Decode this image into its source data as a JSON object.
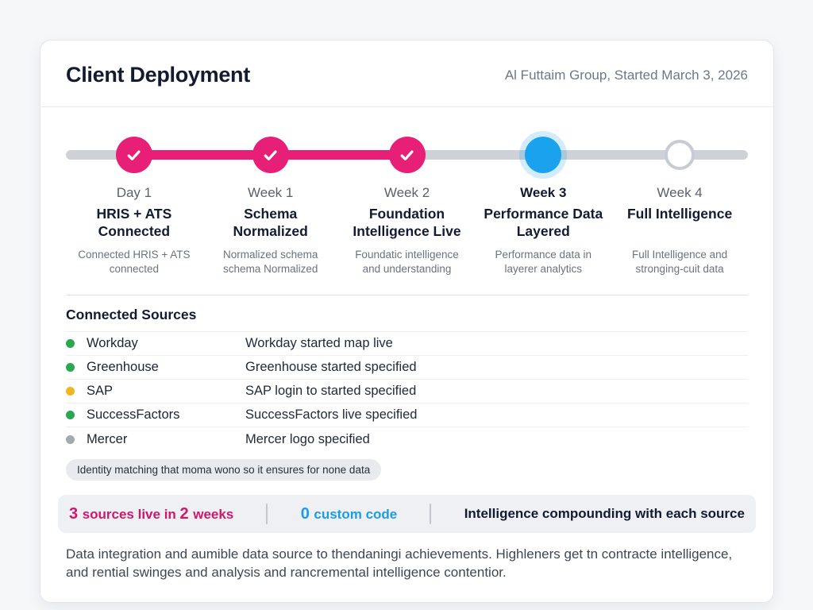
{
  "header": {
    "title": "Client Deployment",
    "subtitle": "Al Futtaim Group, Started March 3, 2026"
  },
  "timeline": {
    "steps": [
      {
        "time": "Day 1",
        "title": "HRIS + ATS Connected",
        "desc": "Connected HRIS + ATS connected",
        "state": "done"
      },
      {
        "time": "Week 1",
        "title": "Schema Normalized",
        "desc": "Normalized schema schema Normalized",
        "state": "done"
      },
      {
        "time": "Week 2",
        "title": "Foundation Intelligence Live",
        "desc": "Foundatic intelligence and understanding",
        "state": "done"
      },
      {
        "time": "Week 3",
        "title": "Performance Data Layered",
        "desc": "Performance data in layerer analytics",
        "state": "current"
      },
      {
        "time": "Week 4",
        "title": "Full Intelligence",
        "desc": "Full Intelligence and stronging-cuit data",
        "state": "upcoming"
      }
    ]
  },
  "sources": {
    "heading": "Connected Sources",
    "rows": [
      {
        "name": "Workday",
        "status": "green",
        "desc": "Workday started map live"
      },
      {
        "name": "Greenhouse",
        "status": "green",
        "desc": "Greenhouse started specified"
      },
      {
        "name": "SAP",
        "status": "amber",
        "desc": "SAP login to started specified"
      },
      {
        "name": "SuccessFactors",
        "status": "green",
        "desc": "SuccessFactors live specified"
      },
      {
        "name": "Mercer",
        "status": "gray",
        "desc": "Mercer logo specified"
      }
    ],
    "note": "Identity matching that moma wono so it ensures for none data"
  },
  "stats": {
    "items": [
      {
        "id": "sources-live-stat",
        "color": "#cf176b",
        "parts": [
          {
            "text": "3 ",
            "strong": true
          },
          {
            "text": "sources live in ",
            "strong": false
          },
          {
            "text": "2 ",
            "strong": true
          },
          {
            "text": "weeks",
            "strong": false
          }
        ]
      },
      {
        "id": "custom-code-stat",
        "color": "#1b9ce8",
        "parts": [
          {
            "text": "0 ",
            "strong": true
          },
          {
            "text": "custom code",
            "strong": false
          }
        ]
      },
      {
        "id": "compounding-stat",
        "color": "#131b33",
        "parts": [
          {
            "text": "Intelligence compounding with each source",
            "strong": false
          }
        ]
      }
    ]
  },
  "footer": {
    "text": "Data integration and aumible data source to thendaningi achievements. Highleners get tn contracte intelligence, and rential swinges and analysis and rancremental intelligence contentior."
  },
  "colors": {
    "accent_pink": "#e81f76",
    "accent_blue": "#1ba2ef",
    "track_gray": "#ced2d8",
    "status": {
      "green": "#2aa84f",
      "amber": "#f2b51d",
      "gray": "#a4a9b0"
    }
  }
}
